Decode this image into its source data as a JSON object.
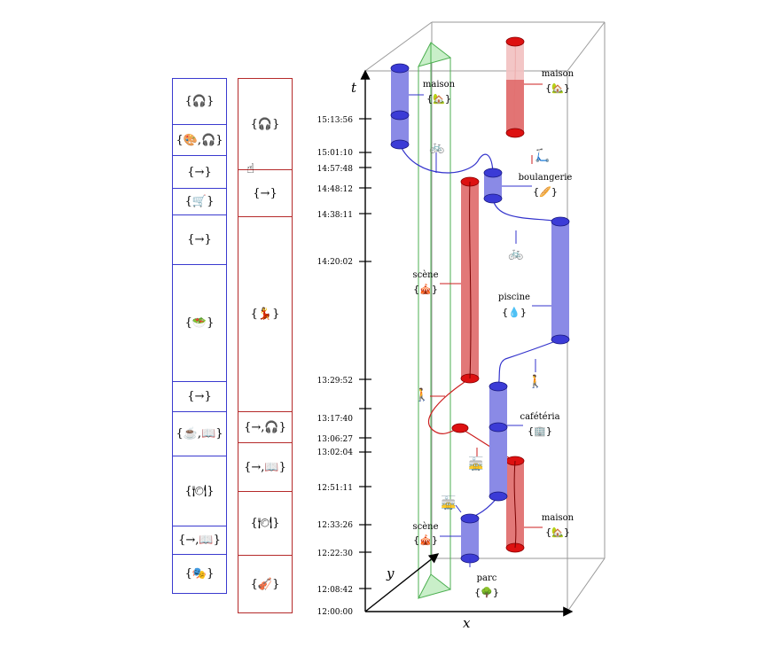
{
  "colors": {
    "person_a": "#3333cc",
    "person_a_fill": "#8a8ae6",
    "person_b": "#cc1f1f",
    "person_b_fill": "#e07070",
    "zone": "#4caf50",
    "axes": "#000000",
    "box": "#888888"
  },
  "left_column": {
    "cells": [
      {
        "text": "{🎧}"
      },
      {
        "text": "{🎨,🎧}"
      },
      {
        "text": "{→}"
      },
      {
        "text": "{🛒}"
      },
      {
        "text": "{→}"
      },
      {
        "text": "{🥗}"
      },
      {
        "text": "{→}"
      },
      {
        "text": "{☕,📖}"
      },
      {
        "text": "{🍽}"
      },
      {
        "text": "{→,📖}"
      },
      {
        "text": "{🎭}"
      }
    ]
  },
  "right_column": {
    "cells": [
      {
        "text": "{🎧}"
      },
      {
        "text": "{→}"
      },
      {
        "text": "{💃}"
      },
      {
        "text": "{→,🎧}"
      },
      {
        "text": "{→,📖}"
      },
      {
        "text": "{🍽}"
      },
      {
        "text": "{🎻}"
      }
    ],
    "cursor_icon": "hand-pointer-icon"
  },
  "axes": {
    "t_label": "t",
    "x_label": "x",
    "y_label": "y",
    "ticks": [
      "15:13:56",
      "15:01:10",
      "14:57:48",
      "14:48:12",
      "14:38:11",
      "14:20:02",
      "13:29:52",
      "13:17:40",
      "13:06:27",
      "13:02:04",
      "12:51:11",
      "12:33:26",
      "12:22:30",
      "12:08:42",
      "12:00:00"
    ]
  },
  "places": [
    {
      "name": "maison",
      "icon": "{🏡}",
      "color": "#3333cc"
    },
    {
      "name": "maison",
      "icon": "{🏡}",
      "color": "#cc1f1f"
    },
    {
      "name": "boulangerie",
      "icon": "{🥖}",
      "color": "#3333cc"
    },
    {
      "name": "scène",
      "icon": "{🎪}",
      "color": "#cc1f1f"
    },
    {
      "name": "piscine",
      "icon": "{💧}",
      "color": "#3333cc"
    },
    {
      "name": "cafétéria",
      "icon": "{🏢}",
      "color": "#3333cc"
    },
    {
      "name": "maison",
      "icon": "{🏡}",
      "color": "#cc1f1f"
    },
    {
      "name": "scène",
      "icon": "{🎪}",
      "color": "#3333cc"
    },
    {
      "name": "parc",
      "icon": "{🌳}",
      "color": "#3333cc"
    }
  ],
  "transport_icons": {
    "bike_top": "🚲",
    "scooter": "🛴",
    "bike_mid": "🚲",
    "walk_left": "🚶",
    "walk_right": "🚶",
    "tram_mid": "🚋",
    "tram_low": "🚋"
  }
}
